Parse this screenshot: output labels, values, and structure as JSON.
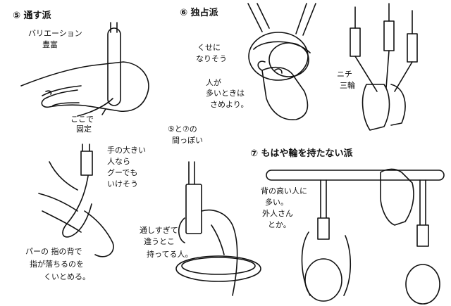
{
  "sections": {
    "s5": {
      "heading": "⑤ 通す派",
      "note1": "バリエーション",
      "note2": "豊富",
      "note3": "ここで",
      "note4": "固定"
    },
    "s6": {
      "heading": "⑥ 独占派",
      "note1": "くせに",
      "note2": "なりそう",
      "note3": "人が",
      "note4": "多いときは",
      "note5": "さめより。",
      "note6": "ニチ",
      "note7": "三輪"
    },
    "s57": {
      "note1": "⑤と⑦の",
      "note2": "間っぽい",
      "note3": "通しすぎて",
      "note4": "違うとこ",
      "note5": "持ってる人。"
    },
    "s7": {
      "heading": "⑦ もはや輪を持たない派",
      "note1": "背の高い人に",
      "note2": "多い。",
      "note3": "外人さん",
      "note4": "とか。"
    },
    "s_left": {
      "note1": "手の大きい",
      "note2": "人なら",
      "note3": "グーでも",
      "note4": "いけそう",
      "note5": "パーの 指の背で",
      "note6": "指が落ちるのを",
      "note7": "くいとめる。"
    }
  }
}
